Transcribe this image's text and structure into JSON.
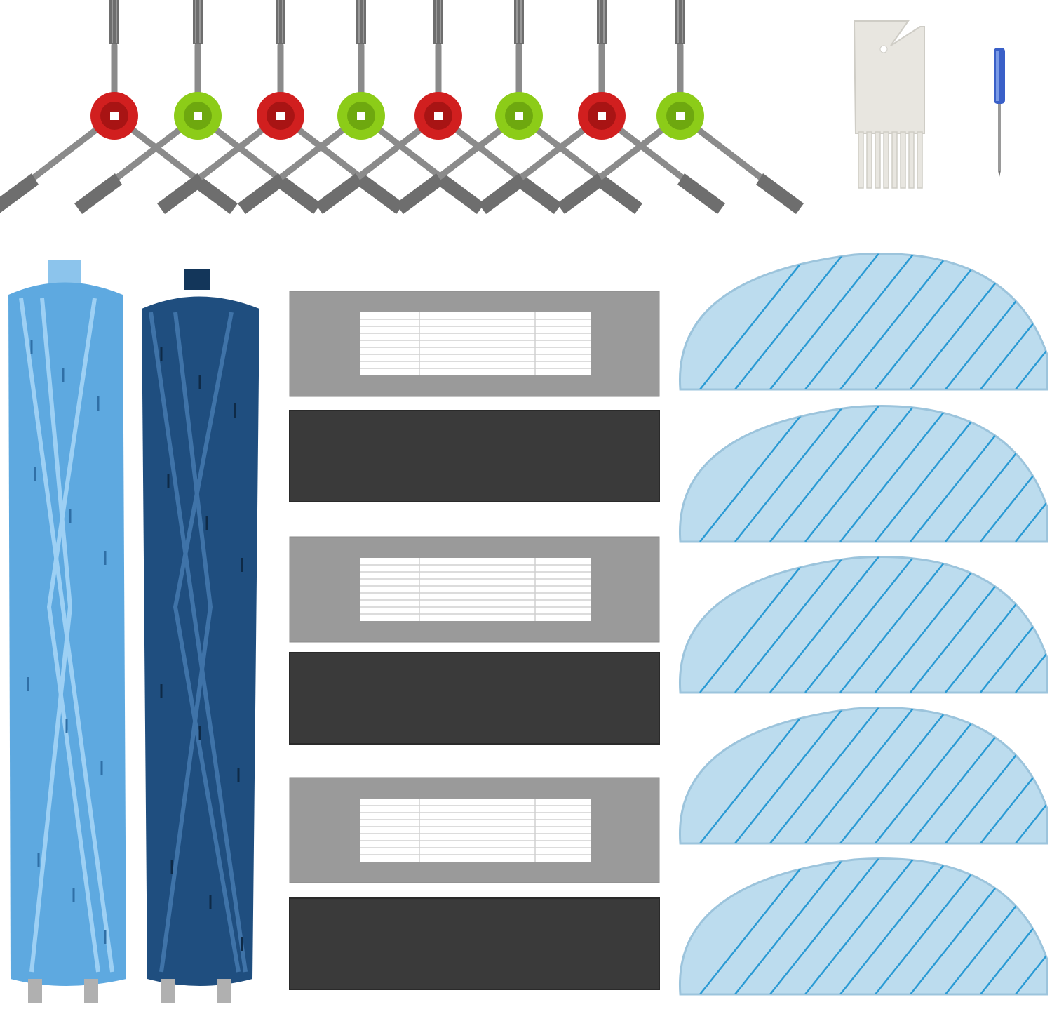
{
  "kit": {
    "side_brushes": {
      "count": 8,
      "hub_colors": [
        "#d11f1f",
        "#8ccc18",
        "#d11f1f",
        "#8ccc18",
        "#d11f1f",
        "#8ccc18",
        "#d11f1f",
        "#8ccc18"
      ]
    },
    "cleaning_tool": {
      "count": 1,
      "color": "#e8e6e0"
    },
    "screwdriver": {
      "count": 1,
      "handle_color": "#3a60c8"
    },
    "roller_brushes": {
      "count": 2,
      "colors": [
        "#5ea9e0",
        "#1f4e7f"
      ]
    },
    "hepa_filters": {
      "count": 3,
      "frame_color": "#9a9a9a"
    },
    "sponge_filters": {
      "count": 3,
      "color": "#3a3a3a"
    },
    "mop_pads": {
      "count": 5,
      "color": "#bcdcee",
      "stripe_color": "#2a9ad4"
    }
  }
}
